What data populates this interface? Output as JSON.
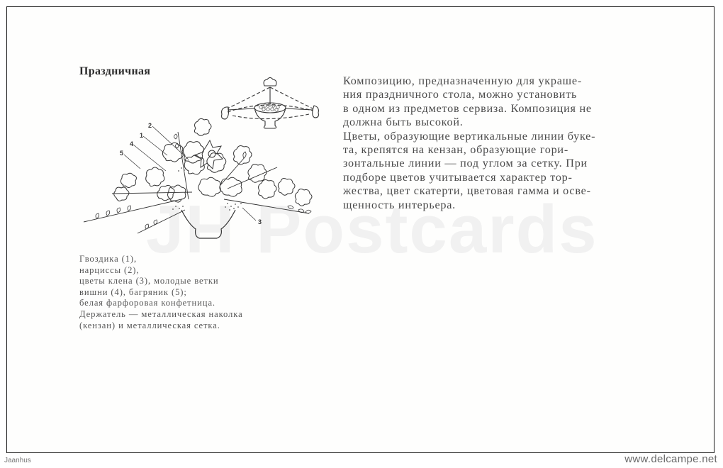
{
  "card": {
    "title": "Праздничная",
    "watermark": "JH Postcards",
    "illustration": {
      "description": "flower-arrangement-in-bowl",
      "callouts": [
        "1",
        "2",
        "3",
        "4",
        "5"
      ],
      "inset_description": "top-view-schematic-of-kenzan-and-grid"
    },
    "caption_lines": [
      "Гвоздика (1),",
      "нарциссы (2),",
      "цветы клена (3), молодые ветки",
      "вишни (4), багряник (5);",
      "белая фарфоровая конфетница.",
      "Держатель — металлическая наколка",
      "(кензан) и металлическая сетка."
    ],
    "body_lines": [
      "Композицию, предназначенную для украше-",
      "ния праздничного стола, можно установить",
      "в одном из предметов сервиза. Композиция не",
      "должна быть высокой.",
      "Цветы, образующие вертикальные линии буке-",
      "та, крепятся на кензан, образующие гори-",
      "зонтальные линии — под углом за сетку. При",
      "подборе цветов учитывается характер тор-",
      "жества, цвет скатерти, цветовая гамма и осве-",
      "щенность интерьера."
    ]
  },
  "footer": {
    "left": "Jaanhus",
    "right": "www.delcampe.net"
  },
  "colors": {
    "border": "#1a1a1a",
    "text": "#4a4a4a",
    "ink": "#333333",
    "watermark": "#f1f1f1"
  }
}
